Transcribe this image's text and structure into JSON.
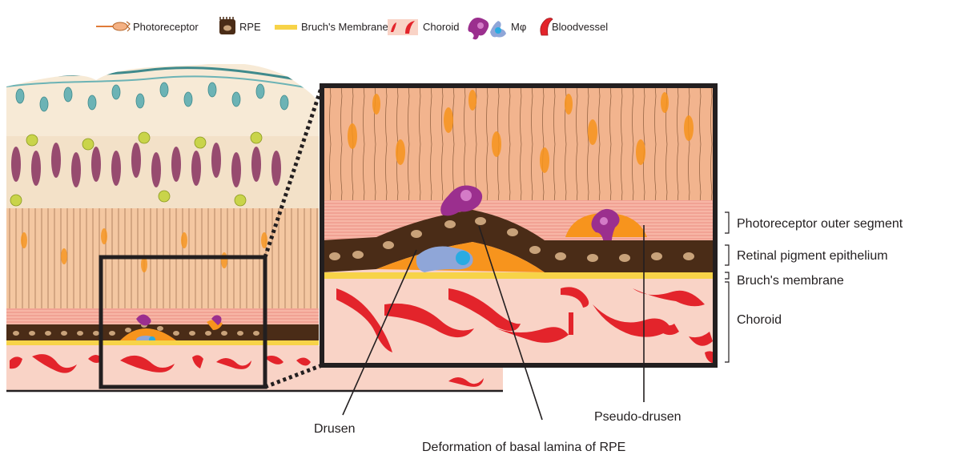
{
  "legend": {
    "photoreceptor": "Photoreceptor",
    "rpe": "RPE",
    "bruchs": "Bruch's Membrane",
    "choroid": "Choroid",
    "macrophage": "Mφ",
    "bloodvessel": "Bloodvessel"
  },
  "layers": {
    "outer_segment": "Photoreceptor outer segment",
    "rpe": "Retinal pigment epithelium",
    "bruchs": "Bruch's membrane",
    "choroid": "Choroid"
  },
  "callouts": {
    "drusen": "Drusen",
    "deformation": "Deformation of basal lamina of RPE",
    "pseudo_drusen": "Pseudo-drusen"
  },
  "colors": {
    "choroid_bg": "#f9d3c6",
    "bloodvessel": "#e3242b",
    "bruchs": "#f7d348",
    "rpe": "#4a2c17",
    "drusen": "#f7941d",
    "photoreceptor": "#f4b183",
    "macrophage_purple": "#9b2f8e",
    "macrophage_blue": "#8fa6d8",
    "muller": "#6cb3b5"
  }
}
